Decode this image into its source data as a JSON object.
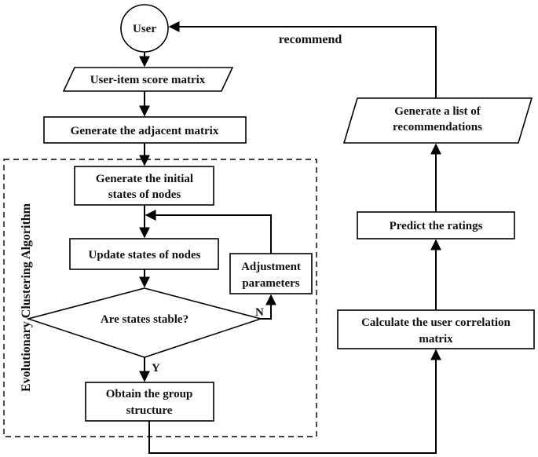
{
  "diagram": {
    "nodes": {
      "user": "User",
      "score_matrix": "User-item score matrix",
      "adjacent_matrix": "Generate the adjacent matrix",
      "initial_states_line1": "Generate the initial",
      "initial_states_line2": "states of nodes",
      "update_states": "Update states of nodes",
      "adjustment_line1": "Adjustment",
      "adjustment_line2": "parameters",
      "stable_decision": "Are states stable?",
      "group_structure_line1": "Obtain the group",
      "group_structure_line2": "structure",
      "correlation_line1": "Calculate the user correlation",
      "correlation_line2": "matrix",
      "predict": "Predict the ratings",
      "rec_list_line1": "Generate a list of",
      "rec_list_line2": "recommendations"
    },
    "edge_labels": {
      "recommend": "recommend",
      "yes": "Y",
      "no": "N"
    },
    "group_label": "Evolutionary Clustering Algorithm"
  }
}
